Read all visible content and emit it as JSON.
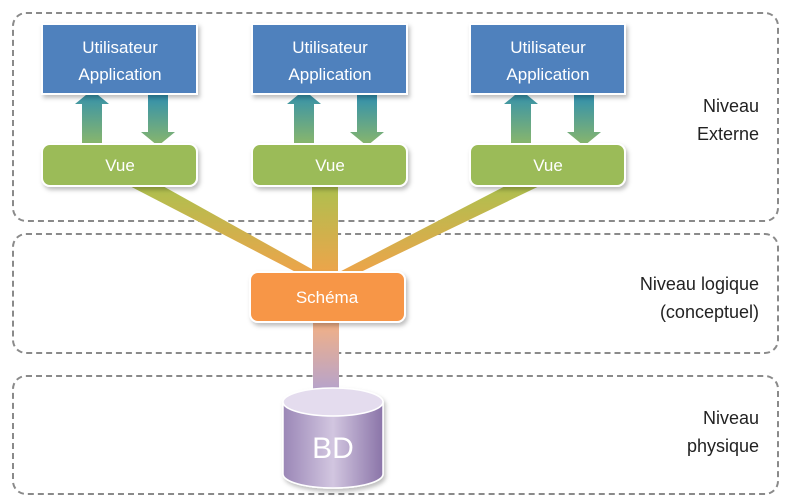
{
  "app_boxes": [
    {
      "line1": "Utilisateur",
      "line2": "Application"
    },
    {
      "line1": "Utilisateur",
      "line2": "Application"
    },
    {
      "line1": "Utilisateur",
      "line2": "Application"
    }
  ],
  "views": [
    {
      "label": "Vue"
    },
    {
      "label": "Vue"
    },
    {
      "label": "Vue"
    }
  ],
  "schema": {
    "label": "Schéma"
  },
  "database": {
    "label": "BD"
  },
  "levels": {
    "external": {
      "line1": "Niveau",
      "line2": "Externe"
    },
    "logical": {
      "line1": "Niveau logique",
      "line2": "(conceptuel)"
    },
    "physical": {
      "line1": "Niveau",
      "line2": "physique"
    }
  },
  "colors": {
    "app_box": "#4f81bd",
    "view_box": "#9bbb59",
    "schema_box": "#f79646",
    "database": "#8064a2",
    "region_border": "#8a8a8a"
  }
}
